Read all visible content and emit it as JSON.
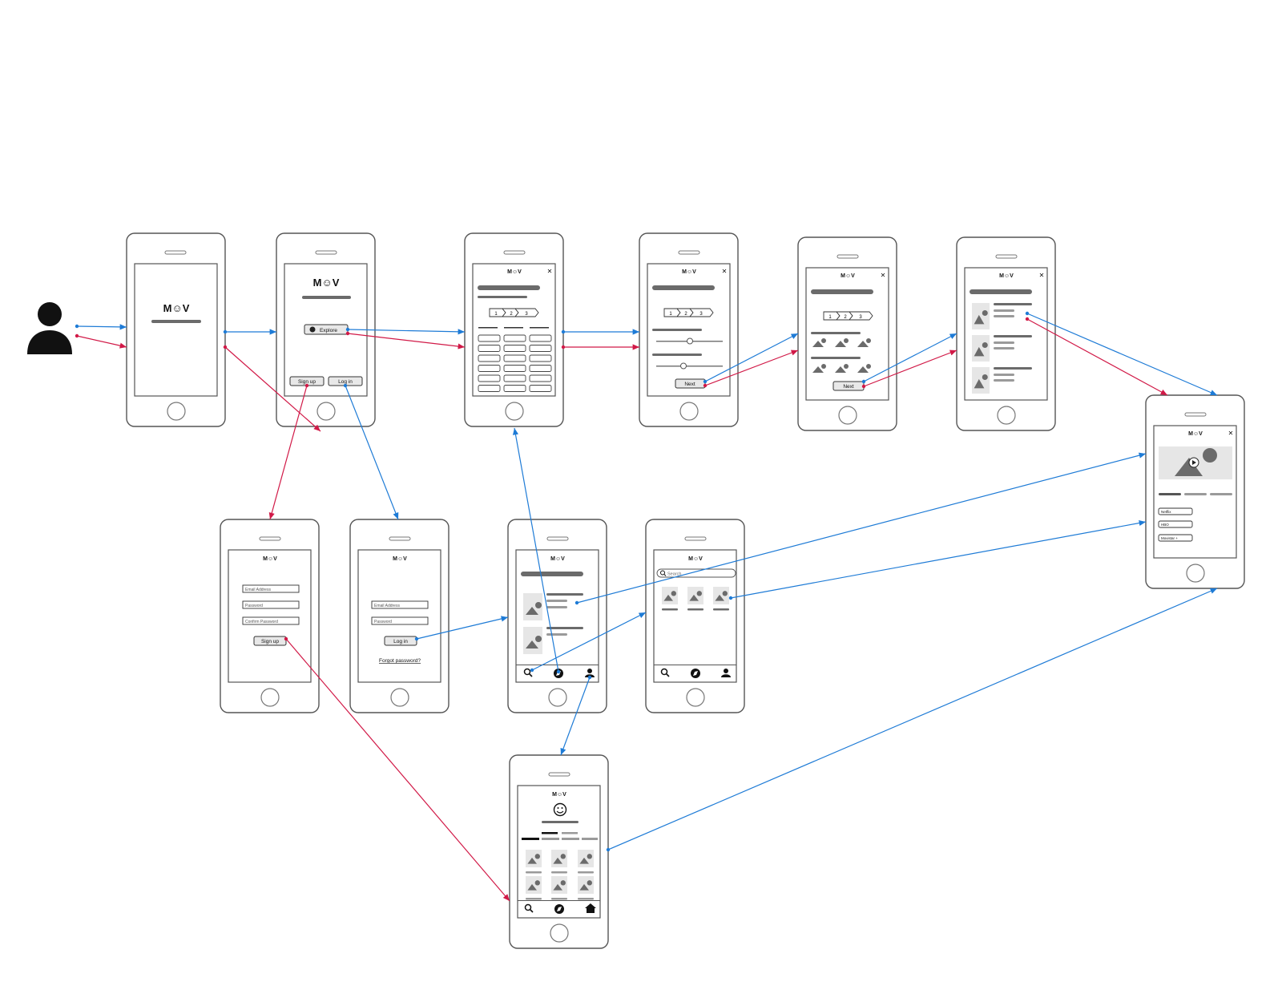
{
  "diagram": {
    "brand": "M☺V",
    "colors": {
      "flow_primary": "#1e7bd6",
      "flow_secondary": "#d11947",
      "phone_stroke": "#555555",
      "placeholder_fill": "#e6e6e6",
      "bar_dark": "#6b6b6b",
      "bar_light": "#9a9a9a",
      "user_icon": "#111111"
    },
    "screens": {
      "splash": {
        "logo": "M☺V"
      },
      "welcome": {
        "logo": "M☺V",
        "explore": "Explore",
        "signup": "Sign up",
        "login": "Log in"
      },
      "genres": {
        "logo": "M☺V",
        "close": "✕",
        "steps": [
          "1",
          "2",
          "3"
        ]
      },
      "sliders": {
        "logo": "M☺V",
        "close": "✕",
        "steps": [
          "1",
          "2",
          "3"
        ],
        "next": "Next"
      },
      "pick_titles": {
        "logo": "M☺V",
        "close": "✕",
        "steps": [
          "1",
          "2",
          "3"
        ],
        "next": "Next"
      },
      "recommendations": {
        "logo": "M☺V",
        "close": "✕"
      },
      "movie_detail": {
        "logo": "M☺V",
        "close": "✕",
        "platforms": [
          "Netflix",
          "HBO",
          "Movistar +"
        ]
      },
      "signup": {
        "logo": "M☺V",
        "fields": [
          "Email Address",
          "Password",
          "Confirm Password"
        ],
        "button": "Sign up"
      },
      "login": {
        "logo": "M☺V",
        "fields": [
          "Email Address",
          "Password"
        ],
        "button": "Log in",
        "forgot": "Forgot password?"
      },
      "explore": {
        "logo": "M☺V"
      },
      "search": {
        "logo": "M☺V",
        "placeholder": "Search"
      },
      "profile": {
        "logo": "M☺V"
      }
    },
    "connectors": [
      {
        "from": "user",
        "to": "splash",
        "color": "blue"
      },
      {
        "from": "user",
        "to": "splash",
        "color": "red"
      },
      {
        "from": "splash",
        "to": "welcome",
        "color": "blue"
      },
      {
        "from": "splash",
        "to": "welcome",
        "color": "red"
      },
      {
        "from": "welcome.explore",
        "to": "genres",
        "color": "blue"
      },
      {
        "from": "welcome.explore",
        "to": "genres",
        "color": "red"
      },
      {
        "from": "welcome.signup",
        "to": "signup",
        "color": "red"
      },
      {
        "from": "welcome.login",
        "to": "login",
        "color": "blue"
      },
      {
        "from": "genres",
        "to": "sliders",
        "color": "blue"
      },
      {
        "from": "genres",
        "to": "sliders",
        "color": "red"
      },
      {
        "from": "sliders.next",
        "to": "pick_titles",
        "color": "blue"
      },
      {
        "from": "sliders.next",
        "to": "pick_titles",
        "color": "red"
      },
      {
        "from": "pick_titles.next",
        "to": "recommendations",
        "color": "blue"
      },
      {
        "from": "pick_titles.next",
        "to": "recommendations",
        "color": "red"
      },
      {
        "from": "recommendations",
        "to": "movie_detail",
        "color": "blue"
      },
      {
        "from": "recommendations",
        "to": "movie_detail",
        "color": "red"
      },
      {
        "from": "login.button",
        "to": "explore",
        "color": "blue"
      },
      {
        "from": "signup.button",
        "to": "profile",
        "color": "red"
      },
      {
        "from": "explore.compass",
        "to": "genres",
        "color": "blue"
      },
      {
        "from": "explore.search",
        "to": "search",
        "color": "blue"
      },
      {
        "from": "explore.item",
        "to": "movie_detail",
        "color": "blue"
      },
      {
        "from": "explore.profile",
        "to": "profile",
        "color": "blue"
      },
      {
        "from": "search.item",
        "to": "movie_detail",
        "color": "blue"
      },
      {
        "from": "profile",
        "to": "movie_detail",
        "color": "blue"
      }
    ]
  }
}
